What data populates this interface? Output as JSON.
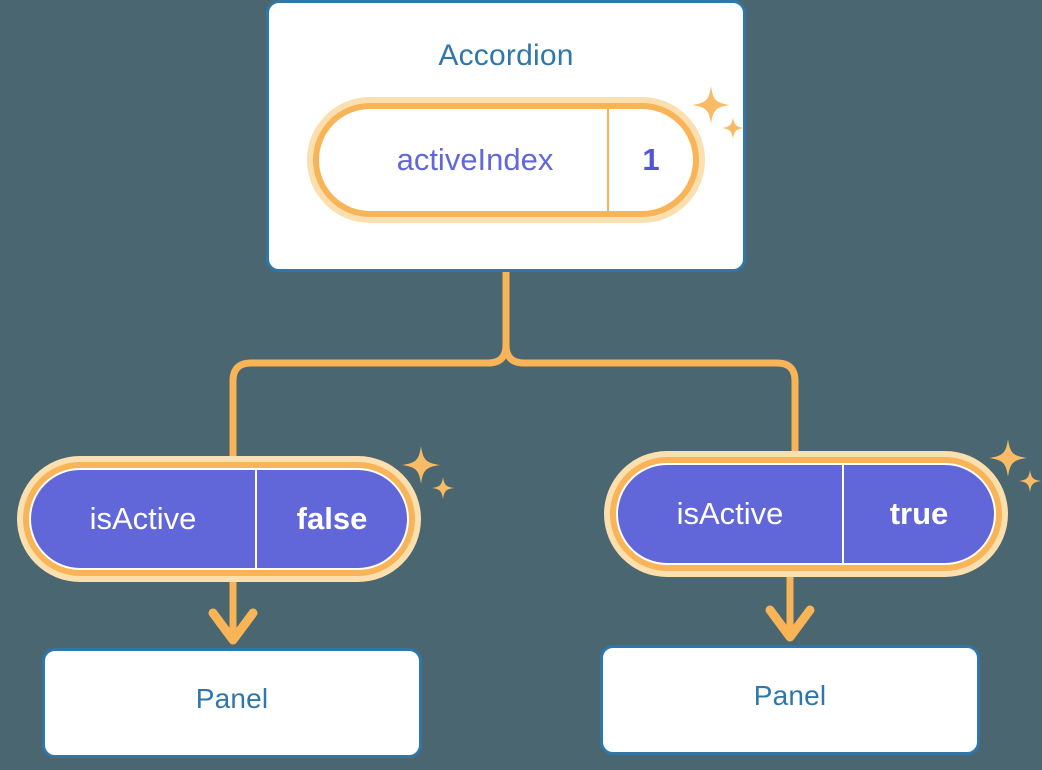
{
  "theme": {
    "background": "#4a6670",
    "card_border": "#2f77aa",
    "card_fill": "#ffffff",
    "title_text": "#2f77aa",
    "ring_outer": "#fbdfae",
    "ring_inner": "#f8b457",
    "pill_fill": "#6167d8",
    "pill_key_text": "#6267da",
    "pill_val_text": "#5056d4",
    "connector": "#f8b457",
    "sparkle": "#f9bb66"
  },
  "root": {
    "title": "Accordion",
    "state_pill": {
      "key": "activeIndex",
      "value": "1"
    }
  },
  "branches": [
    {
      "state_pill": {
        "key": "isActive",
        "value": "false"
      },
      "panel_title": "Panel"
    },
    {
      "state_pill": {
        "key": "isActive",
        "value": "true"
      },
      "panel_title": "Panel"
    }
  ],
  "icons": {
    "sparkle_large": "sparkle-star-large",
    "sparkle_small": "sparkle-star-small",
    "arrow": "arrow-down"
  }
}
